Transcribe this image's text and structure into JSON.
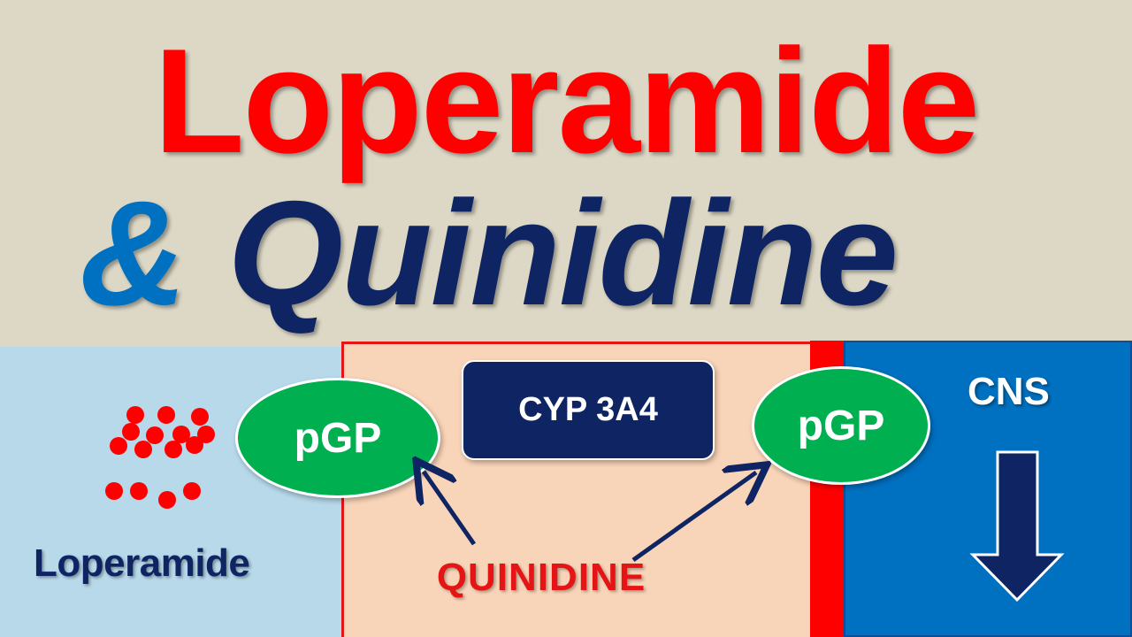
{
  "title": {
    "line1": "Loperamide",
    "ampersand": "&",
    "line2": "Quinidine"
  },
  "diagram": {
    "molecule_label": "Loperamide",
    "transporter_left": "pGP",
    "transporter_right": "pGP",
    "enzyme": "CYP 3A4",
    "inhibitor": "QUINIDINE",
    "target_region": "CNS"
  },
  "colors": {
    "title_red": "#ff0000",
    "ampersand_blue": "#0070c0",
    "dark_navy": "#0e2463",
    "pgp_green": "#00b050",
    "panel_left": "#b7d9ea",
    "panel_mid": "#f8d4b8",
    "panel_right": "#0070c0",
    "background": "#ddd8c6"
  },
  "icons": {
    "particles": "red-dot-cluster-icon",
    "cns_arrow": "down-arrow-icon"
  }
}
